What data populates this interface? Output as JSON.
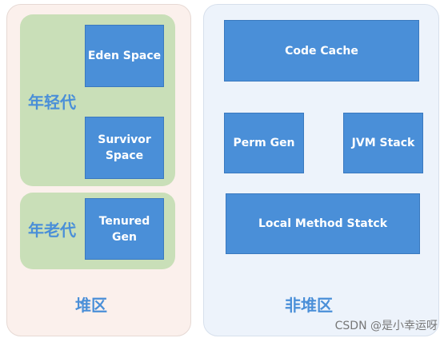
{
  "heap": {
    "label": "堆区",
    "young_generation": {
      "label": "年轻代",
      "eden": "Eden Space",
      "survivor": "Survivor\nSpace"
    },
    "old_generation": {
      "label": "年老代",
      "tenured": "Tenured\nGen"
    }
  },
  "non_heap": {
    "label": "非堆区",
    "code_cache": "Code Cache",
    "perm_gen": "Perm Gen",
    "jvm_stack": "JVM Stack",
    "local_method_stack": "Local Method Statck"
  },
  "watermark": "CSDN @是小幸运呀",
  "colors": {
    "box_blue": "#4a8fd8",
    "generation_green": "#c9dfb8",
    "heap_background": "#fbf0ec",
    "non_heap_background": "#edf3fb"
  }
}
